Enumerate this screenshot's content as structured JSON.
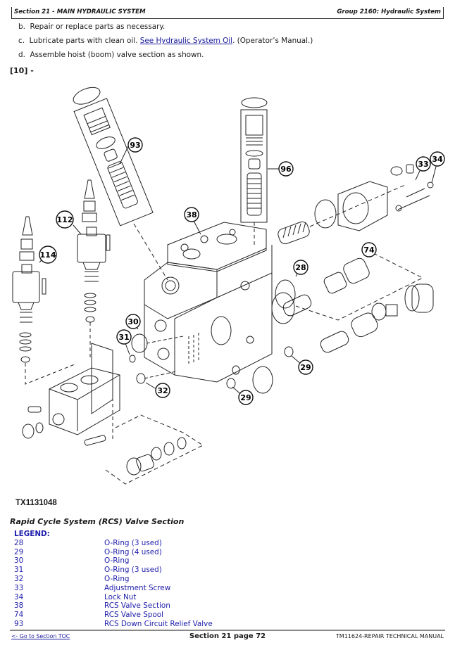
{
  "header": {
    "section": "Section 21 - MAIN HYDRAULIC SYSTEM",
    "group": "Group 2160: Hydraulic System"
  },
  "steps": [
    {
      "prefix": "b.",
      "text": "Repair or replace parts as necessary."
    },
    {
      "prefix": "c.",
      "text": "Lubricate parts with clean oil. ",
      "link": "See Hydraulic System Oil",
      "suffix": ". (Operator’s Manual.)"
    },
    {
      "prefix": "d.",
      "text": "Assemble hoist (boom) valve section as shown."
    }
  ],
  "ref_marker": "[10] -",
  "diagram": {
    "callouts": [
      "93",
      "96",
      "33",
      "34",
      "112",
      "114",
      "38",
      "74",
      "28",
      "30",
      "31",
      "32",
      "29",
      "29"
    ]
  },
  "figure_id": "TX1131048",
  "caption": "Rapid Cycle System (RCS) Valve Section",
  "legend": {
    "title": "LEGEND:",
    "items": [
      {
        "num": "28",
        "desc": "O-Ring (3 used)"
      },
      {
        "num": "29",
        "desc": "O-Ring (4 used)"
      },
      {
        "num": "30",
        "desc": "O-Ring"
      },
      {
        "num": "31",
        "desc": "O-Ring (3 used)"
      },
      {
        "num": "32",
        "desc": "O-Ring"
      },
      {
        "num": "33",
        "desc": "Adjustment Screw"
      },
      {
        "num": "34",
        "desc": "Lock Nut"
      },
      {
        "num": "38",
        "desc": "RCS Valve Section"
      },
      {
        "num": "74",
        "desc": "RCS Valve Spool"
      },
      {
        "num": "93",
        "desc": "RCS Down Circuit Relief Valve"
      }
    ]
  },
  "footer": {
    "toc_link": "<- Go to Section TOC",
    "page": "Section 21 page 72",
    "manual": "TM11624-REPAIR TECHNICAL MANUAL"
  },
  "colors": {
    "link": "#1a1a9c",
    "legend": "#1d1dab",
    "rule": "#888888"
  }
}
